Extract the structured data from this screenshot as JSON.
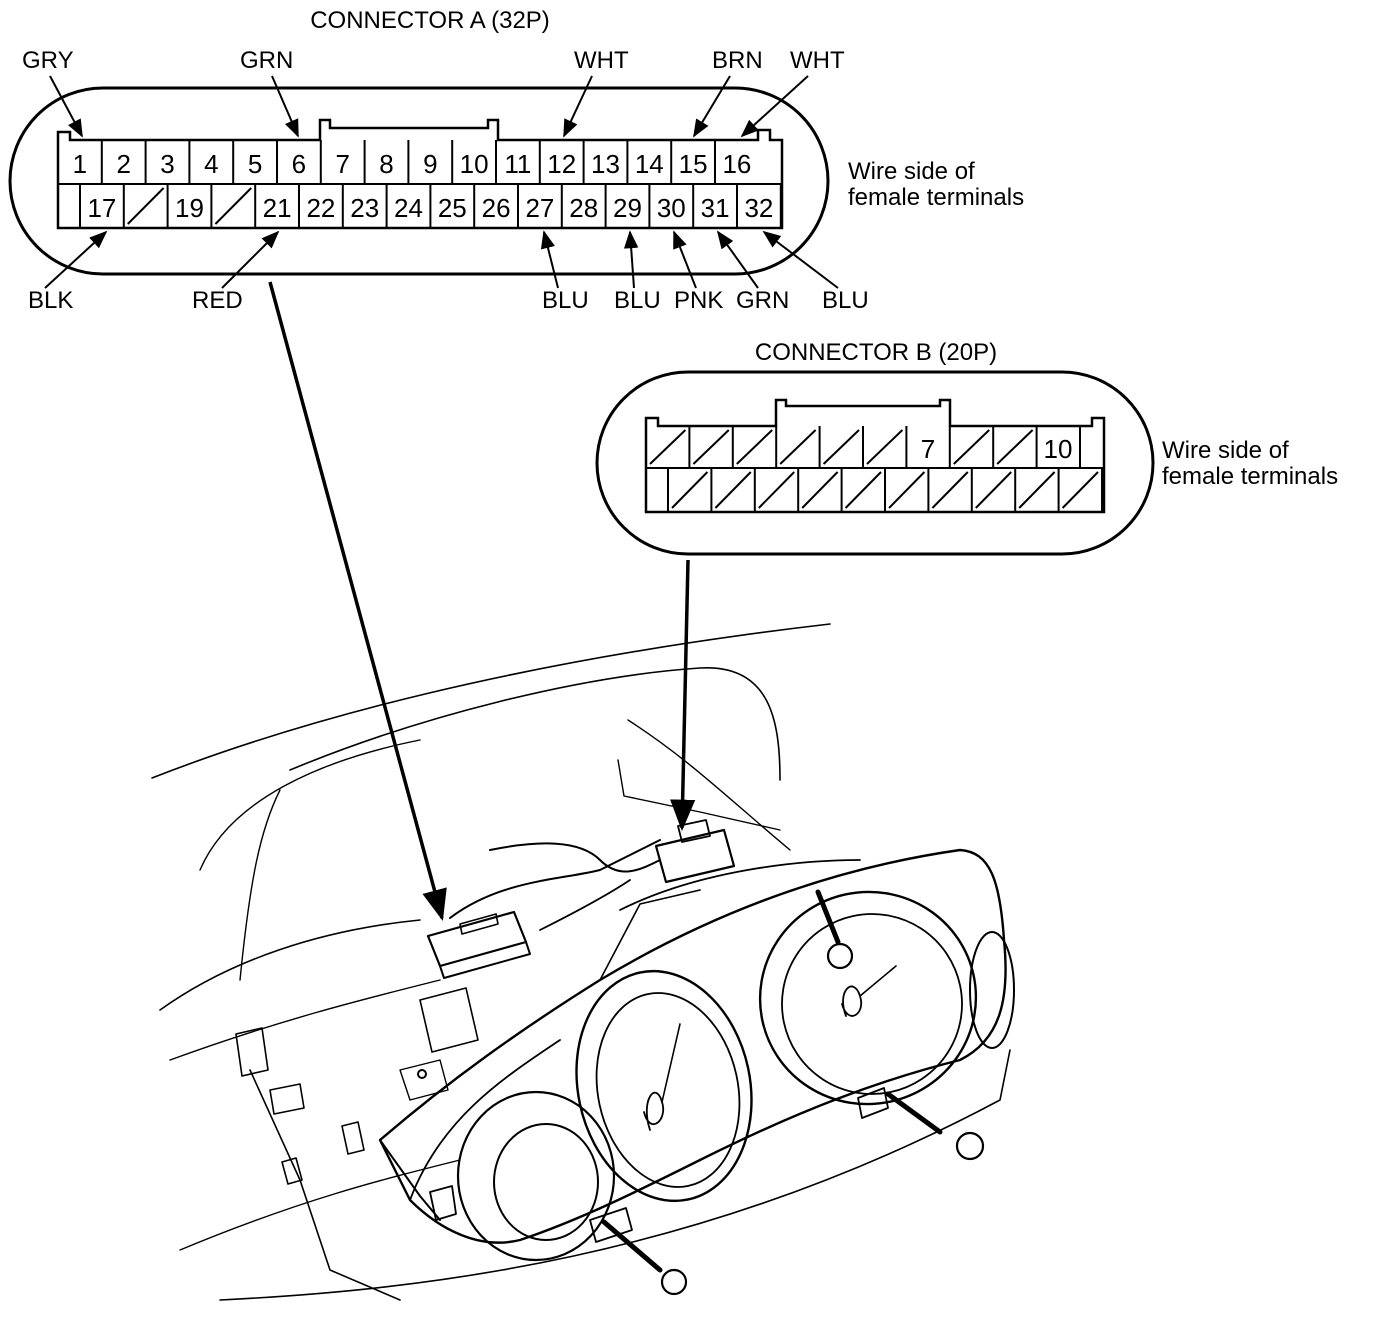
{
  "connector_a": {
    "title": "CONNECTOR A (32P)",
    "side_note_line1": "Wire side of",
    "side_note_line2": "female terminals",
    "top_row": [
      "1",
      "2",
      "3",
      "4",
      "5",
      "6",
      "7",
      "8",
      "9",
      "10",
      "11",
      "12",
      "13",
      "14",
      "15",
      "16"
    ],
    "bottom_row": [
      "17",
      "19",
      "21",
      "22",
      "23",
      "24",
      "25",
      "26",
      "27",
      "28",
      "29",
      "30",
      "31",
      "32"
    ],
    "wire_labels_top": [
      "GRY",
      "GRN",
      "WHT",
      "BRN",
      "WHT"
    ],
    "wire_labels_bottom": [
      "BLK",
      "RED",
      "BLU",
      "BLU",
      "PNK",
      "GRN",
      "BLU"
    ]
  },
  "connector_b": {
    "title": "CONNECTOR B (20P)",
    "side_note_line1": "Wire side of",
    "side_note_line2": "female terminals",
    "terminals": [
      "7",
      "10"
    ]
  }
}
